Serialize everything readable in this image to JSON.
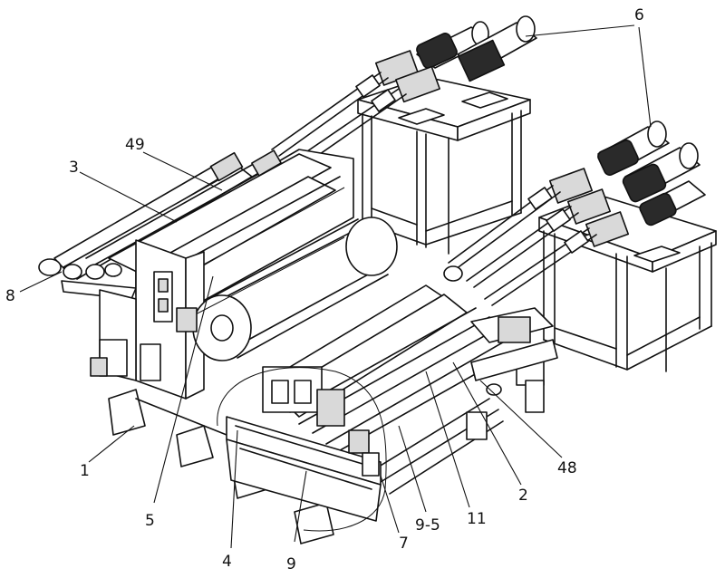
{
  "callouts": [
    {
      "id": "6",
      "text": "6"
    },
    {
      "id": "49",
      "text": "49"
    },
    {
      "id": "3",
      "text": "3"
    },
    {
      "id": "8",
      "text": "8"
    },
    {
      "id": "1",
      "text": "1"
    },
    {
      "id": "5",
      "text": "5"
    },
    {
      "id": "4",
      "text": "4"
    },
    {
      "id": "9",
      "text": "9"
    },
    {
      "id": "7",
      "text": "7"
    },
    {
      "id": "9-5",
      "text": "9-5"
    },
    {
      "id": "11",
      "text": "11"
    },
    {
      "id": "2",
      "text": "2"
    },
    {
      "id": "48",
      "text": "48"
    }
  ]
}
